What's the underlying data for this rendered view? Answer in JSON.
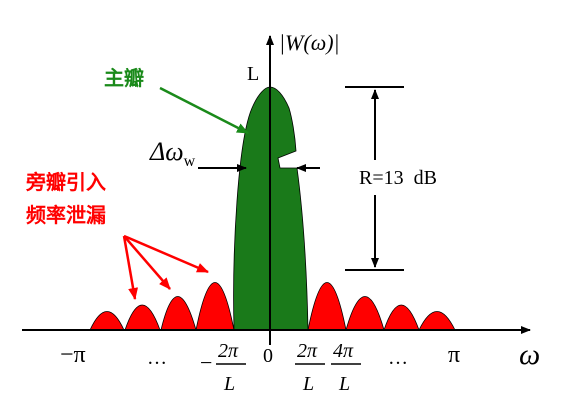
{
  "labels": {
    "y_axis": "|W(ω)|",
    "x_axis": "ω",
    "peak": "L",
    "main_lobe": "主瓣",
    "side_lobe_line1": "旁瓣引入",
    "side_lobe_line2": "频率泄漏",
    "delta_omega_main": "Δω",
    "delta_omega_sub": "w",
    "ratio": "R=13  dB"
  },
  "ticks": {
    "neg_pi": "−π",
    "dots_left": "…",
    "minus_sign": "−",
    "two_pi": "2π",
    "denom_L": "L",
    "zero": "0",
    "four_pi": "4π",
    "dots_right": "…",
    "pi": "π"
  },
  "colors": {
    "main_lobe": "#1a7a1a",
    "side_lobe": "#ff0000",
    "main_label": "#1a8a1a",
    "side_label": "#ff0000",
    "axis": "#000000"
  }
}
